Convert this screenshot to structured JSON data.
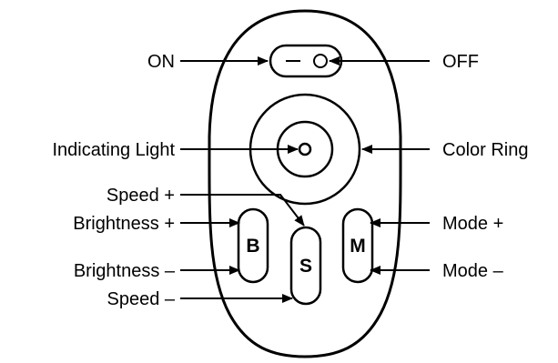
{
  "labels": {
    "on": "ON",
    "off": "OFF",
    "indicating_light": "Indicating Light",
    "color_ring": "Color Ring",
    "speed_plus": "Speed +",
    "speed_minus": "Speed –",
    "brightness_plus": "Brightness +",
    "brightness_minus": "Brightness –",
    "mode_plus": "Mode +",
    "mode_minus": "Mode –"
  },
  "buttons": {
    "brightness": "B",
    "speed": "S",
    "mode": "M"
  },
  "switch_glyphs": {
    "on_mark": "–",
    "off_mark": "O"
  }
}
